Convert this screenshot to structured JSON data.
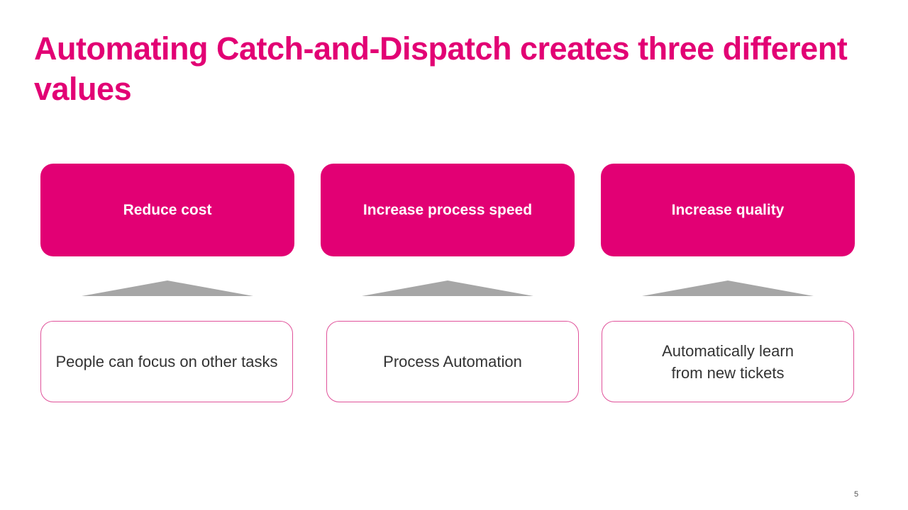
{
  "slide": {
    "title": "Automating Catch-and-Dispatch creates three different values",
    "page_number": "5",
    "accent_color": "#e20074",
    "columns": [
      {
        "value": "Reduce cost",
        "driver": "People can focus on other tasks"
      },
      {
        "value": "Increase process speed",
        "driver": "Process Automation"
      },
      {
        "value": "Increase quality",
        "driver": "Automatically learn\nfrom new tickets"
      }
    ]
  }
}
